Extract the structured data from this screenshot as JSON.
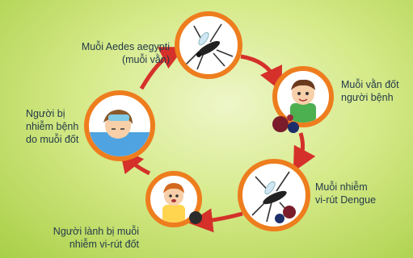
{
  "stages": [
    {
      "id": "aedes-mosquito",
      "label": "Muỗi Aedes aegypti\n(muỗi vằn)"
    },
    {
      "id": "bite-sick-person",
      "label": "Muỗi vằn đốt\nngười bệnh"
    },
    {
      "id": "infected-mosquito",
      "label": "Muỗi nhiễm\nvi-rút Dengue"
    },
    {
      "id": "healthy-person-bitten",
      "label": "Người lành bị muỗi\nnhiễm vi-rút đốt"
    },
    {
      "id": "sick-person",
      "label": "Người bị\nnhiễm bệnh\ndo muỗi đốt"
    }
  ],
  "colors": {
    "ring": "#ee7d1e",
    "arrow": "#d5302a",
    "text": "#233a4a"
  }
}
